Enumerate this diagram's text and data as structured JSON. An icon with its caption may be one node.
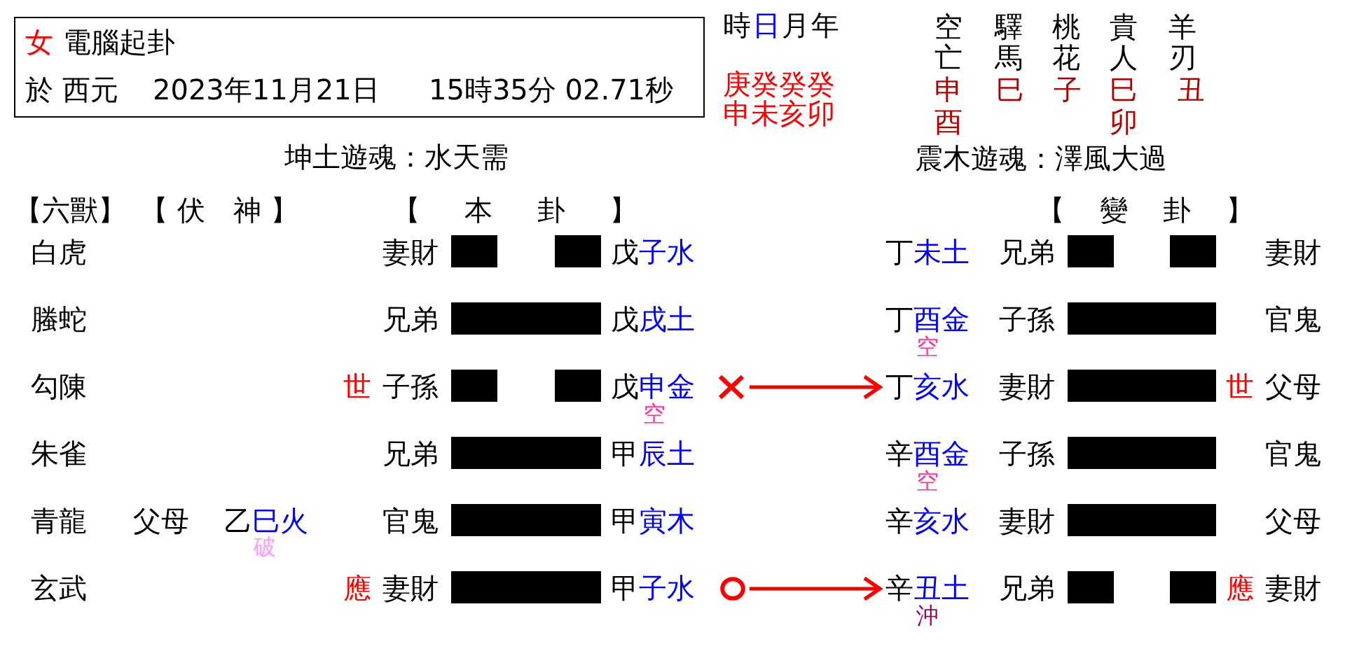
{
  "diagram": {
    "nodes": [
      {
        "text": [
          "女",
          "電腦起卦",
          "於 西元",
          "2023年11月21日",
          "15時35分 02.71秒"
        ]
      },
      {
        "text": [],
        "shape": "cross"
      },
      {
        "text": [
          "丁",
          "亥水"
        ]
      },
      {
        "text": [],
        "shape": "circle"
      },
      {
        "text": [
          "辛",
          "丑土"
        ],
        "beside": [
          "沖"
        ]
      }
    ],
    "edges": [
      {
        "from": 1,
        "to": 2,
        "arrow": "to"
      },
      {
        "from": 3,
        "to": 4,
        "arrow": "to"
      }
    ],
    "labels": [
      "時",
      "日",
      "月",
      "年",
      "空亡",
      "驛馬",
      "桃花",
      "貴人",
      "羊刃",
      "庚癸癸癸",
      "申未亥卯",
      "申",
      "巳",
      "子",
      "巳",
      "丑",
      "酉",
      "卯",
      "坤土遊魂：水天需",
      "震木遊魂：澤風大過",
      "【六獸】",
      "【伏 神】",
      "【 本 卦 】",
      "【 變 卦 】",
      "白虎",
      "妻財",
      "戊",
      "子水",
      "丁",
      "未土",
      "兄弟",
      "妻財",
      "螣蛇",
      "兄弟",
      "戊",
      "戌土",
      "丁",
      "酉金",
      "空",
      "子孫",
      "官鬼",
      "勾陳",
      "世",
      "子孫",
      "戊",
      "申金",
      "空",
      "妻財",
      "世",
      "父母",
      "朱雀",
      "兄弟",
      "甲",
      "辰土",
      "辛",
      "酉金",
      "空",
      "子孫",
      "官鬼",
      "青龍",
      "父母",
      "乙",
      "巳火",
      "破",
      "官鬼",
      "甲",
      "寅木",
      "辛",
      "亥水",
      "妻財",
      "父母",
      "玄武",
      "應",
      "妻財",
      "甲",
      "子水",
      "兄弟",
      "應",
      "妻財"
    ]
  }
}
